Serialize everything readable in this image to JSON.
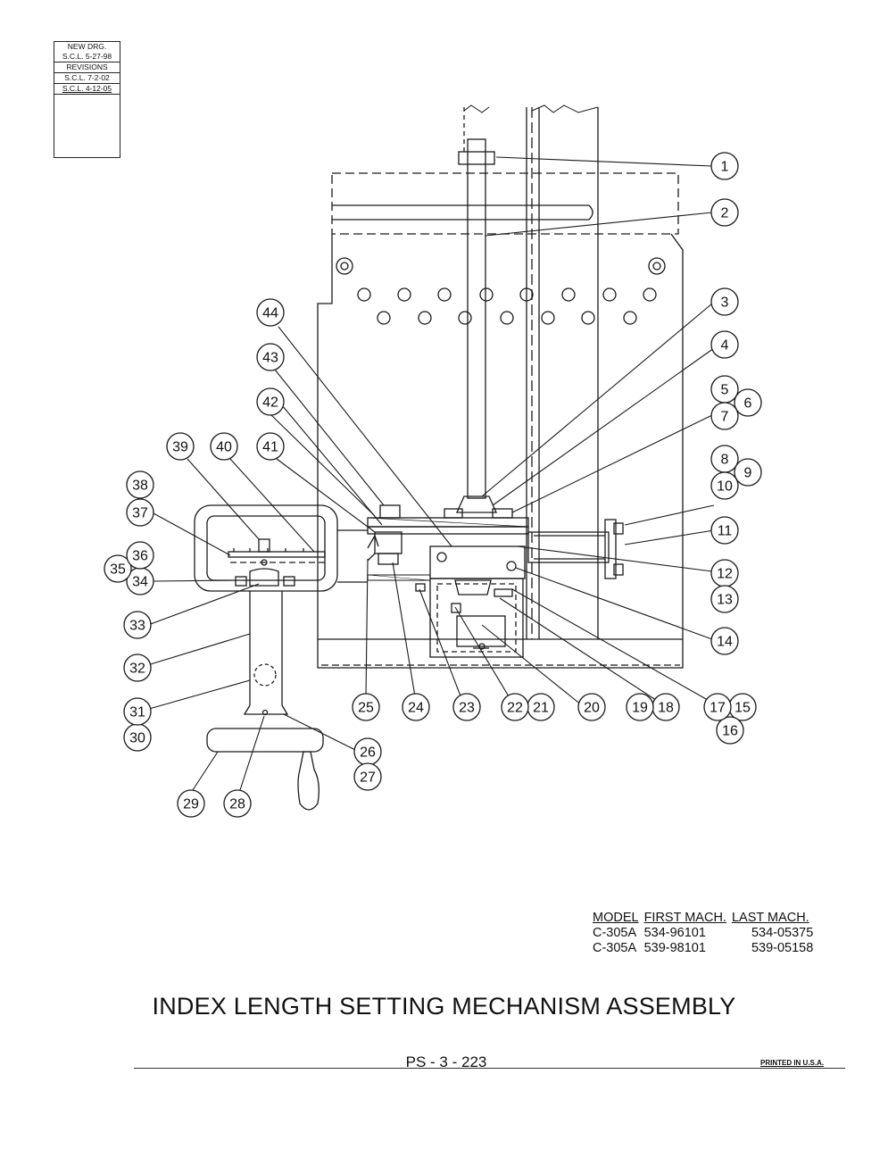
{
  "revisions": {
    "new_drg": "NEW DRG.",
    "new_drg_date": "S.C.L. 5-27-98",
    "label": "REVISIONS",
    "rev1": "S.C.L. 7-2-02",
    "rev2": "S.C.L. 4-12-05"
  },
  "callouts": [
    "1",
    "2",
    "3",
    "4",
    "5",
    "6",
    "7",
    "8",
    "9",
    "10",
    "11",
    "12",
    "13",
    "14",
    "15",
    "16",
    "17",
    "18",
    "19",
    "20",
    "21",
    "22",
    "23",
    "24",
    "25",
    "26",
    "27",
    "28",
    "29",
    "30",
    "31",
    "32",
    "33",
    "34",
    "35",
    "36",
    "37",
    "38",
    "39",
    "40",
    "41",
    "42",
    "43",
    "44"
  ],
  "models": {
    "headers": [
      "MODEL",
      "FIRST MACH.",
      "LAST MACH."
    ],
    "rows": [
      [
        "C-305A",
        "534-96101",
        "534-05375"
      ],
      [
        "C-305A",
        "539-98101",
        "539-05158"
      ]
    ]
  },
  "title": "INDEX LENGTH SETTING MECHANISM ASSEMBLY",
  "page_number": "PS - 3 - 223",
  "printed": "PRINTED IN U.S.A."
}
